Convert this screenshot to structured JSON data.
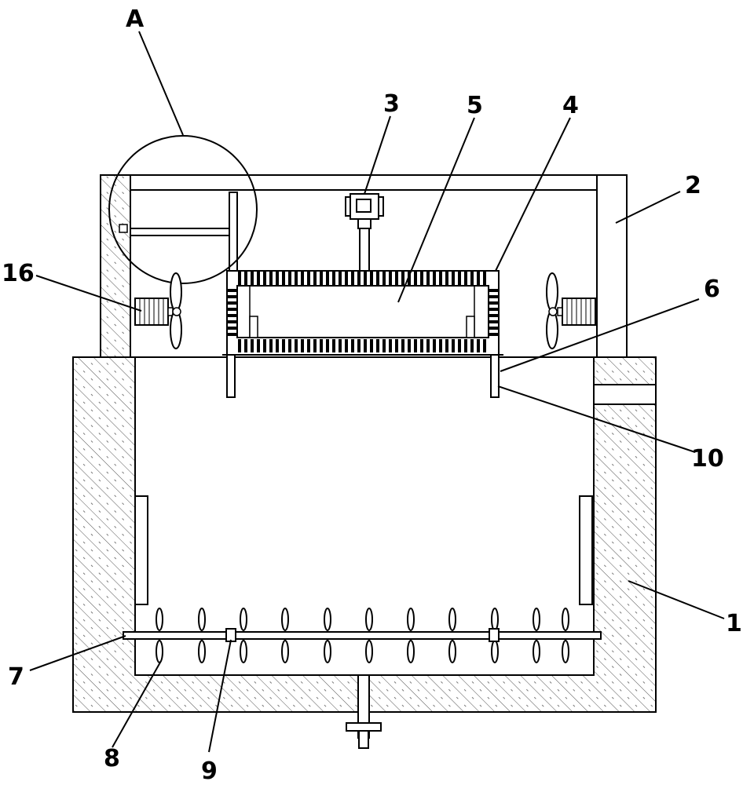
{
  "labels": {
    "A": "A",
    "n1": "1",
    "n2": "2",
    "n3": "3",
    "n4": "4",
    "n5": "5",
    "n6": "6",
    "n7": "7",
    "n8": "8",
    "n9": "9",
    "n10": "10",
    "n16": "16"
  },
  "colors": {
    "line": "#000000",
    "hatch": "#555555",
    "background": "#ffffff"
  }
}
